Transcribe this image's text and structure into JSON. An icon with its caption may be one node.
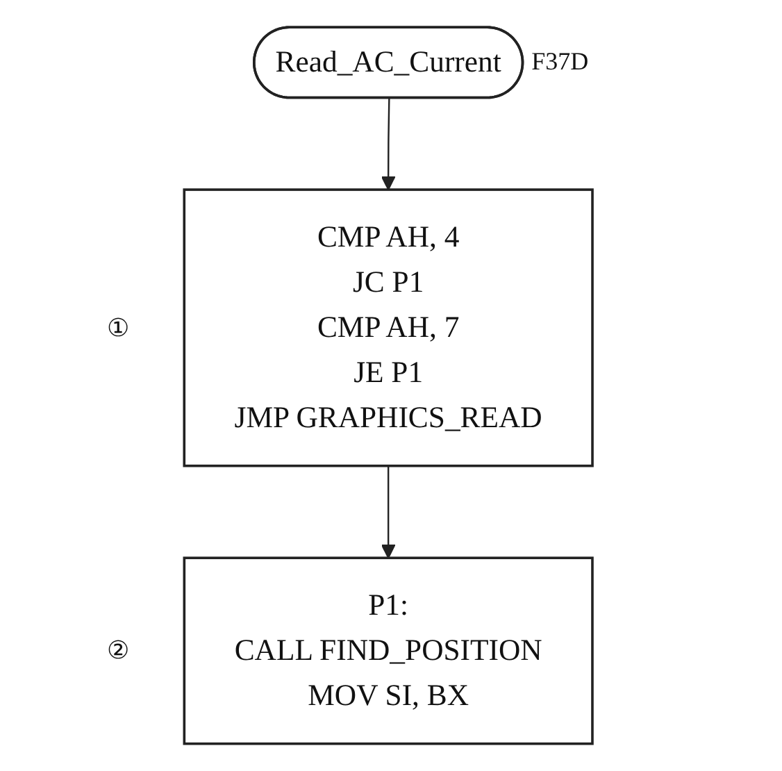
{
  "diagram": {
    "nodes": [
      {
        "text": [
          "Read_AC_Current"
        ],
        "beside": [
          "F37D"
        ]
      },
      {
        "text": [
          "CMP AH, 4",
          "JC P1",
          "CMP AH, 7",
          "JE P1",
          "JMP GRAPHICS_READ"
        ],
        "beside": [
          "①"
        ]
      },
      {
        "text": [
          "P1:",
          "CALL FIND_POSITION",
          "MOV SI, BX"
        ],
        "beside": [
          "②"
        ]
      }
    ],
    "edges": [
      {
        "from": 0,
        "to": 1,
        "arrow": "to"
      },
      {
        "from": 1,
        "to": 2,
        "arrow": "to"
      }
    ]
  }
}
